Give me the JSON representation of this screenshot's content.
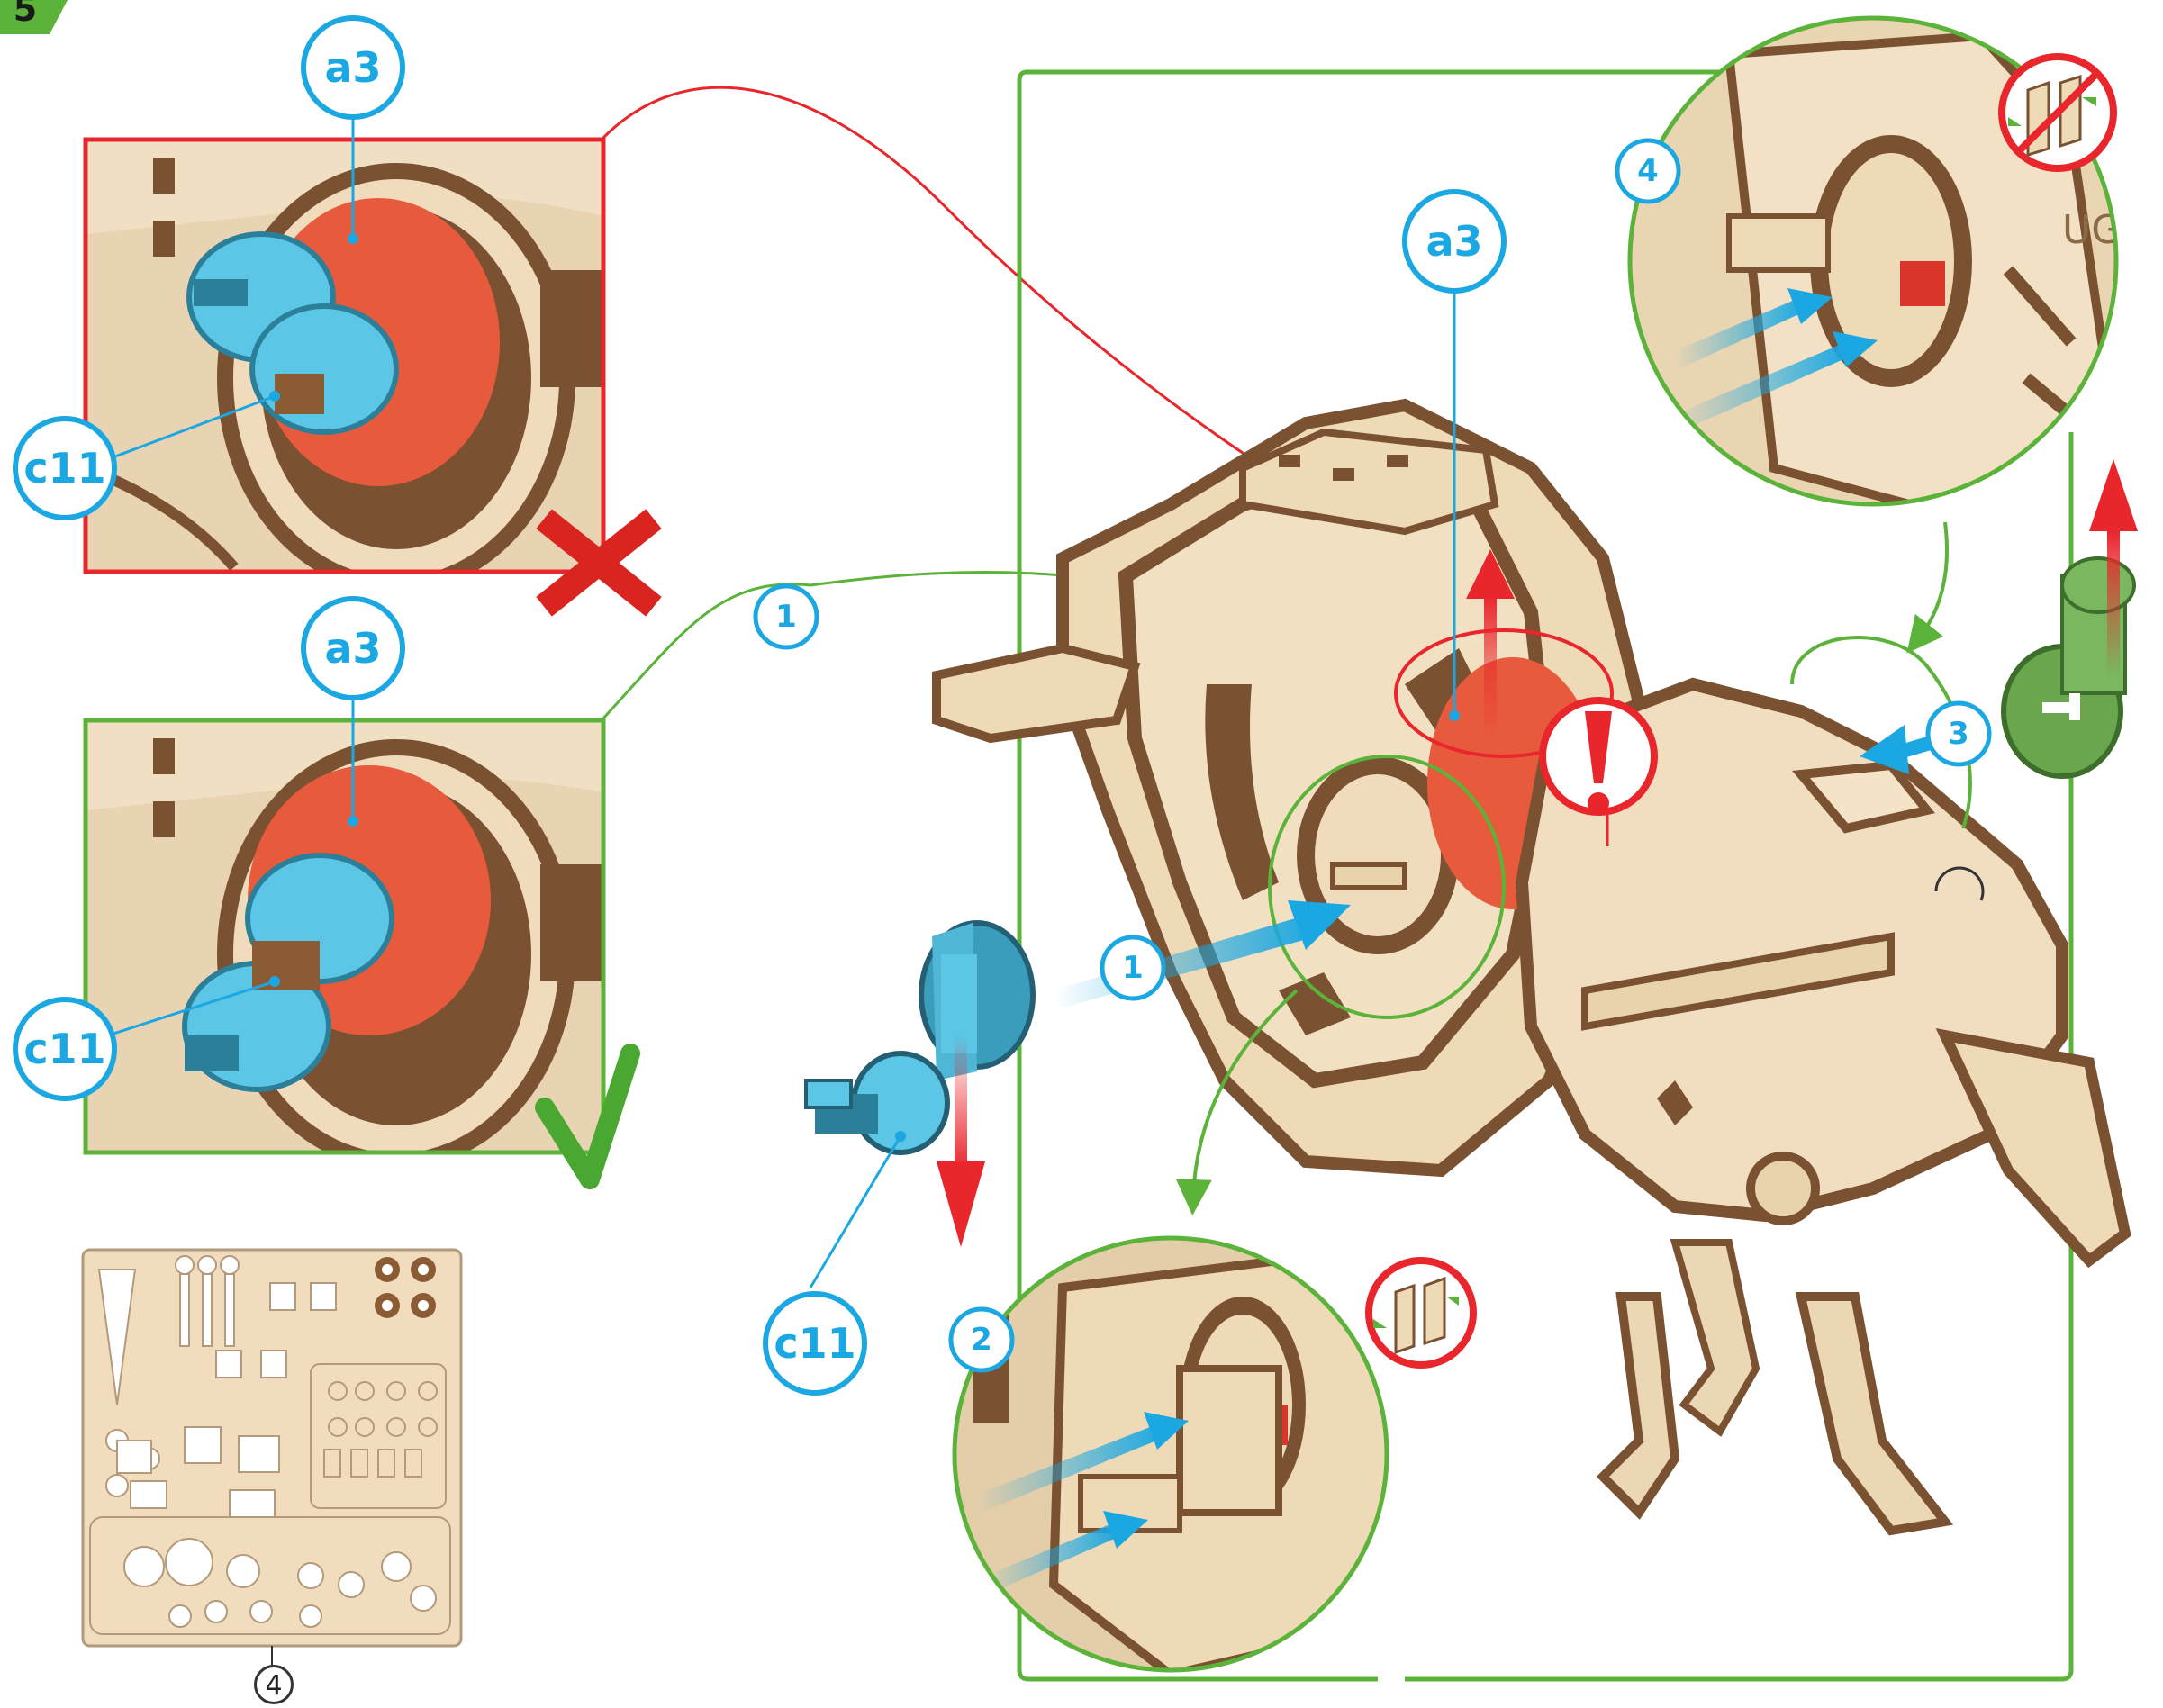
{
  "step": {
    "number": "5"
  },
  "callouts": {
    "wrong_part_a3": "a3",
    "wrong_part_c11": "c11",
    "right_part_a3": "a3",
    "right_part_c11": "c11",
    "main_part_a3": "a3",
    "main_part_c11": "c11"
  },
  "steps": {
    "s1_top": "1",
    "s1_arrow": "1",
    "s2": "2",
    "s3": "3",
    "s4": "4"
  },
  "embossed_text": "UGE",
  "sheet": {
    "number": "4"
  },
  "colors": {
    "wrong_frame": "#e8262c",
    "right_frame": "#5bb33a",
    "callout": "#1ba7e1",
    "wood": "#efd9b7",
    "wood_edge": "#7a5232",
    "blue_part": "#5bc6e6",
    "red_part": "#e85a3c",
    "green_part": "#7ab75e",
    "sheet": "#f1dcbd"
  },
  "icons": [
    "wrong-x-icon",
    "check-icon",
    "warning-icon",
    "no-glue-icon",
    "rotate-arrow-icon"
  ]
}
